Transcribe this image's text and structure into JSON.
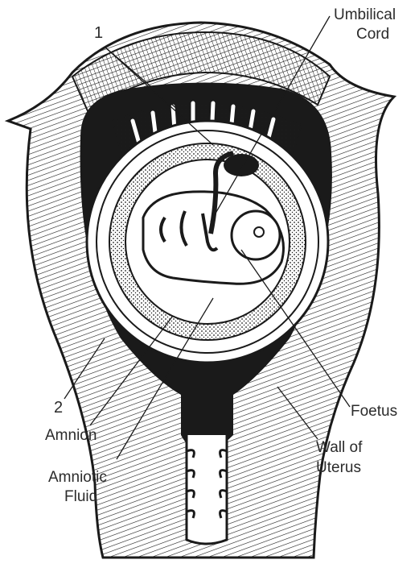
{
  "labels": {
    "umbilical_cord_line1": "Umbilical",
    "umbilical_cord_line2": "Cord",
    "marker_1": "1",
    "marker_2": "2",
    "amnion": "Amnion",
    "amniotic_fluid_line1": "Amniotic",
    "amniotic_fluid_line2": "Fluid",
    "foetus": "Foetus",
    "wall_of_uterus_line1": "Wall of",
    "wall_of_uterus_line2": "Uterus"
  },
  "colors": {
    "ink": "#1a1a1a",
    "paper": "#ffffff",
    "shade": "#9a9a9a"
  }
}
